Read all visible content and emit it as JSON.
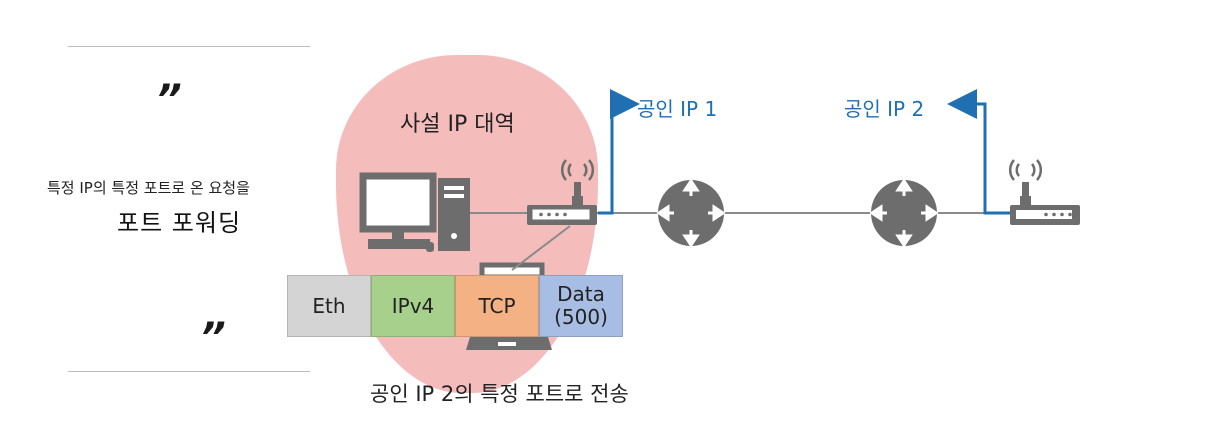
{
  "left_panel": {
    "open_quote": "”",
    "subtitle": "특정 IP의 특정 포트로 온 요청을",
    "title": "포트 포워딩",
    "close_quote": "”"
  },
  "diagram": {
    "private_range_label": "사설 IP 대역",
    "public_ip_1": "공인 IP 1",
    "public_ip_2": "공인 IP 2",
    "packet": [
      {
        "label": "Eth",
        "color": "#d4d4d4"
      },
      {
        "label": "IPv4",
        "color": "#a8d08d"
      },
      {
        "label": "TCP",
        "color": "#f4b183"
      },
      {
        "label": "Data\n(500)",
        "color": "#a7bde3"
      }
    ],
    "caption": "공인 IP 2의 특정 포트로 전송",
    "accent_color": "#1f6fb2",
    "icon_color": "#6d6d6d"
  }
}
